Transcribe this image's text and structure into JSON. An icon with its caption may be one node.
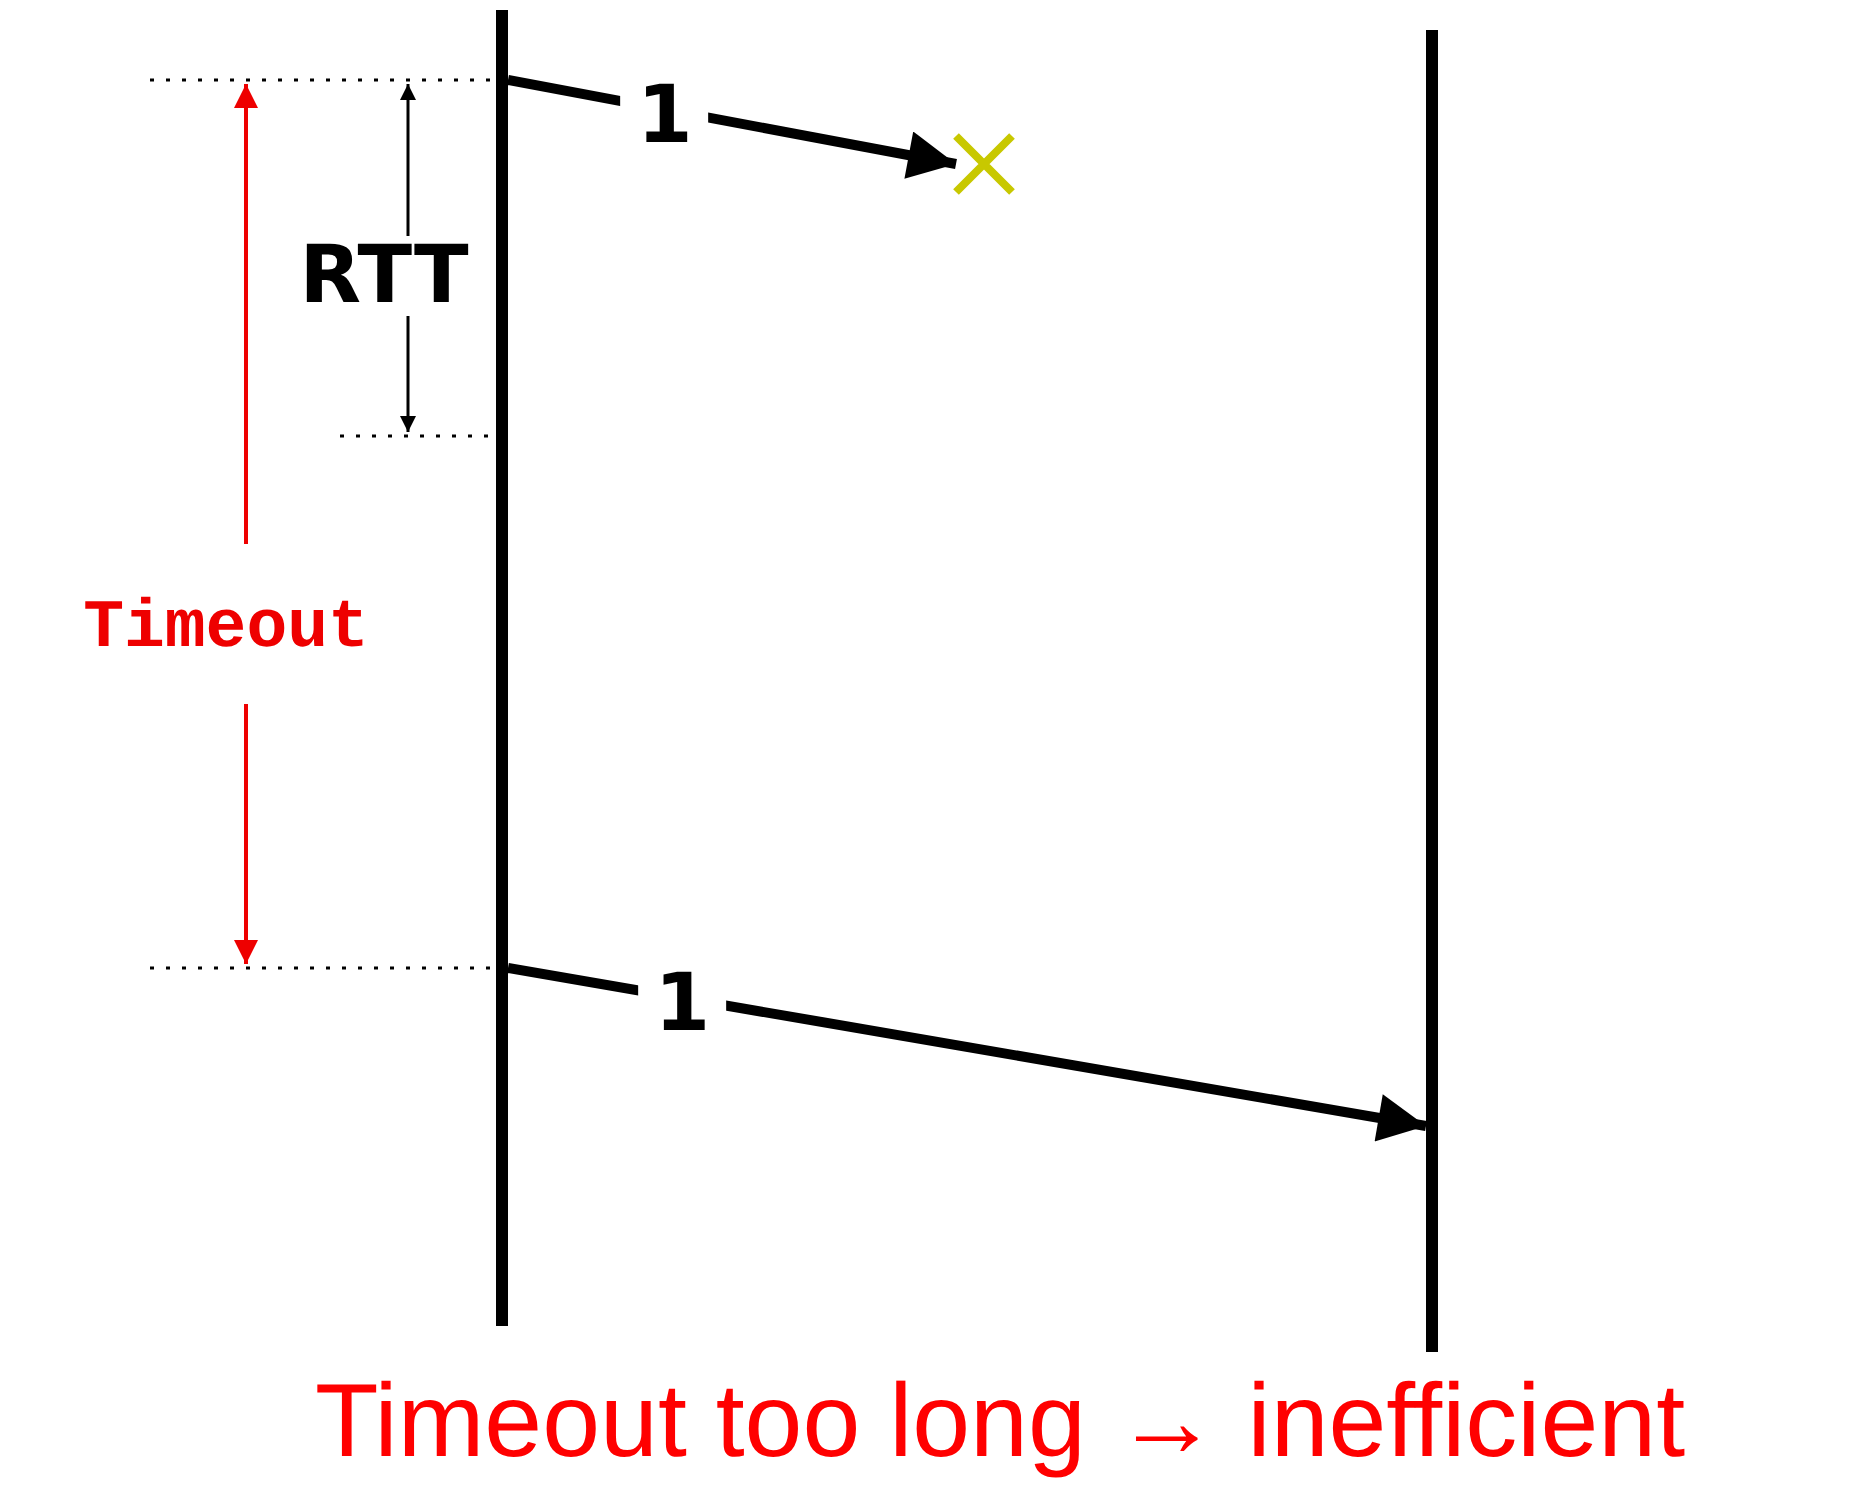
{
  "diagram": {
    "caption": "Timeout too long → inefficient",
    "nodes": [
      {
        "text": [],
        "shape": "bar"
      },
      {
        "text": [],
        "shape": "bar"
      },
      {
        "text": [],
        "shape": "cross"
      }
    ],
    "edges": [
      {
        "from": 0,
        "to": 2,
        "arrow": "to",
        "label": "1"
      },
      {
        "from": 0,
        "to": 1,
        "arrow": "to",
        "label": "1"
      }
    ],
    "labels": [
      "RTT",
      "Timeout"
    ]
  }
}
